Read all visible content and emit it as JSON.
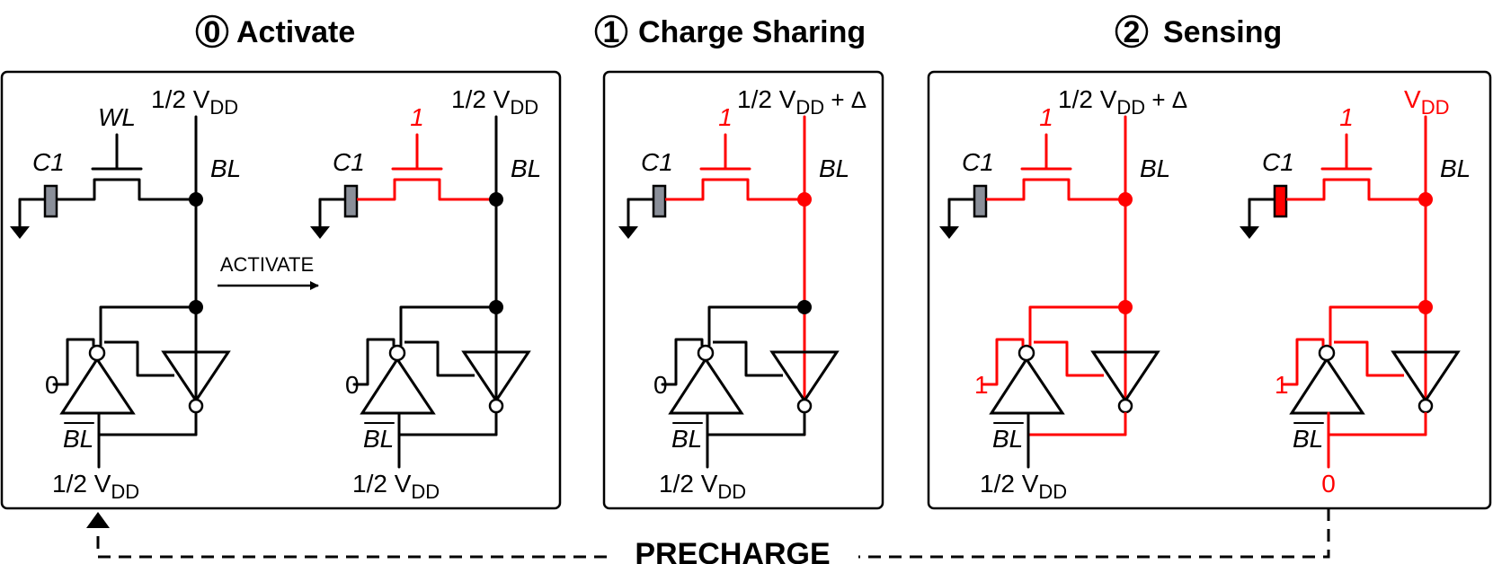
{
  "colors": {
    "active": "#ff0000",
    "base": "#000000",
    "cap_fill": "#8a8f99"
  },
  "steps": [
    {
      "num": "0",
      "title": "Activate"
    },
    {
      "num": "1",
      "title": "Charge Sharing"
    },
    {
      "num": "2",
      "title": "Sensing"
    }
  ],
  "labels": {
    "wl": "WL",
    "one": "1",
    "c1": "C1",
    "bl": "BL",
    "blbar": "BL",
    "zero": "0",
    "half_vdd_pre": "1/2 V",
    "dd": "DD",
    "delta_suffix": "+ Δ",
    "vdd_pre": "V",
    "zero_out": "0"
  },
  "arrows": {
    "activate": "ACTIVATE",
    "precharge": "PRECHARGE"
  }
}
